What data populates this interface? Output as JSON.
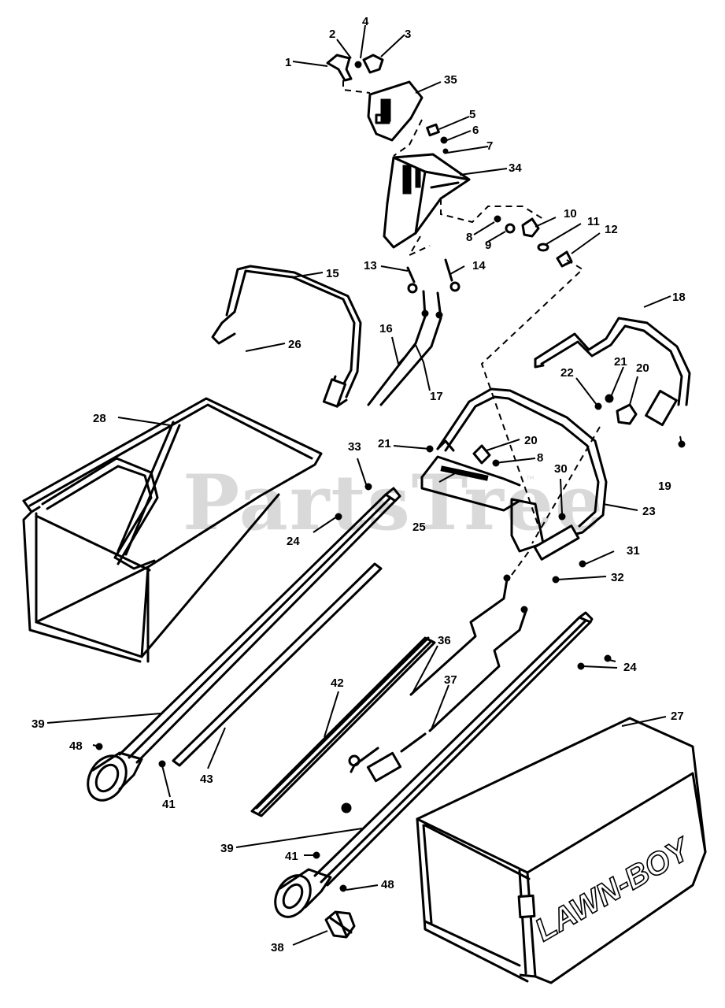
{
  "watermark": {
    "text": "PartsTree",
    "trademark": "™"
  },
  "brand_label": "LAWN-BOY",
  "callouts": [
    {
      "id": "c1",
      "text": "1"
    },
    {
      "id": "c2",
      "text": "2"
    },
    {
      "id": "c3",
      "text": "3"
    },
    {
      "id": "c4",
      "text": "4"
    },
    {
      "id": "c5",
      "text": "5"
    },
    {
      "id": "c6",
      "text": "6"
    },
    {
      "id": "c7",
      "text": "7"
    },
    {
      "id": "c8a",
      "text": "8"
    },
    {
      "id": "c8b",
      "text": "8"
    },
    {
      "id": "c9",
      "text": "9"
    },
    {
      "id": "c10",
      "text": "10"
    },
    {
      "id": "c11",
      "text": "11"
    },
    {
      "id": "c12",
      "text": "12"
    },
    {
      "id": "c13",
      "text": "13"
    },
    {
      "id": "c14",
      "text": "14"
    },
    {
      "id": "c15",
      "text": "15"
    },
    {
      "id": "c16",
      "text": "16"
    },
    {
      "id": "c17",
      "text": "17"
    },
    {
      "id": "c18",
      "text": "18"
    },
    {
      "id": "c19",
      "text": "19"
    },
    {
      "id": "c20a",
      "text": "20"
    },
    {
      "id": "c20b",
      "text": "20"
    },
    {
      "id": "c21a",
      "text": "21"
    },
    {
      "id": "c21b",
      "text": "21"
    },
    {
      "id": "c22",
      "text": "22"
    },
    {
      "id": "c23",
      "text": "23"
    },
    {
      "id": "c24a",
      "text": "24"
    },
    {
      "id": "c24b",
      "text": "24"
    },
    {
      "id": "c25",
      "text": "25"
    },
    {
      "id": "c26",
      "text": "26"
    },
    {
      "id": "c27",
      "text": "27"
    },
    {
      "id": "c28",
      "text": "28"
    },
    {
      "id": "c30",
      "text": "30"
    },
    {
      "id": "c31",
      "text": "31"
    },
    {
      "id": "c32",
      "text": "32"
    },
    {
      "id": "c33",
      "text": "33"
    },
    {
      "id": "c34",
      "text": "34"
    },
    {
      "id": "c35",
      "text": "35"
    },
    {
      "id": "c36",
      "text": "36"
    },
    {
      "id": "c37",
      "text": "37"
    },
    {
      "id": "c38",
      "text": "38"
    },
    {
      "id": "c39a",
      "text": "39"
    },
    {
      "id": "c39b",
      "text": "39"
    },
    {
      "id": "c41a",
      "text": "41"
    },
    {
      "id": "c41b",
      "text": "41"
    },
    {
      "id": "c42",
      "text": "42"
    },
    {
      "id": "c43",
      "text": "43"
    },
    {
      "id": "c48a",
      "text": "48"
    },
    {
      "id": "c48b",
      "text": "48"
    }
  ]
}
